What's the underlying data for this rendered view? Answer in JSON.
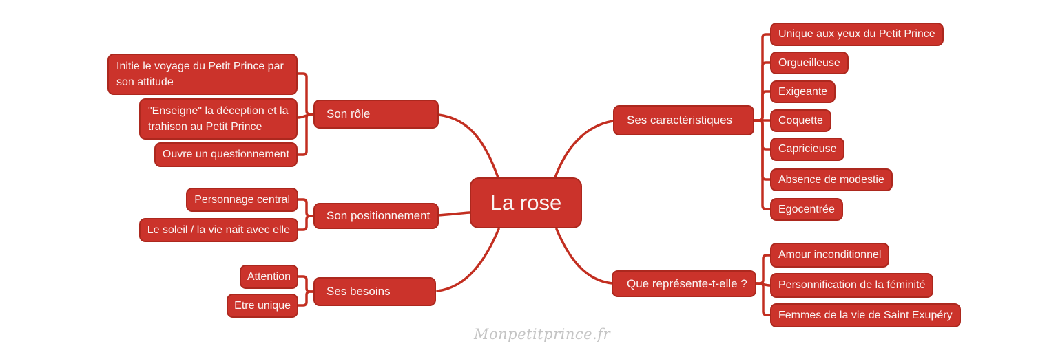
{
  "center": {
    "label": "La rose"
  },
  "branches": [
    {
      "label": "Son rôle",
      "side": "left",
      "children": [
        "Initie le voyage du Petit Prince par son attitude",
        "\"Enseigne\" la déception et la trahison au Petit Prince",
        "Ouvre un questionnement"
      ]
    },
    {
      "label": "Son positionnement",
      "side": "left",
      "children": [
        "Personnage central",
        "Le soleil / la vie nait avec elle"
      ]
    },
    {
      "label": "Ses besoins",
      "side": "left",
      "children": [
        "Attention",
        "Etre unique"
      ]
    },
    {
      "label": "Ses caractéristiques",
      "side": "right",
      "children": [
        "Unique aux yeux du Petit Prince",
        "Orgueilleuse",
        "Exigeante",
        "Coquette",
        "Capricieuse",
        "Absence de modestie",
        "Egocentrée"
      ]
    },
    {
      "label": "Que représente-t-elle ?",
      "side": "right",
      "children": [
        "Amour inconditionnel",
        "Personnification de la féminité",
        "Femmes de la vie de Saint Exupéry"
      ]
    }
  ],
  "watermark": "Monpetitprince.fr",
  "colors": {
    "node_fill": "#cb332b",
    "node_border": "#ac281e",
    "connector": "#c22e20",
    "text": "#faf5f4",
    "watermark": "#c4c4c4",
    "background": "#ffffff"
  }
}
